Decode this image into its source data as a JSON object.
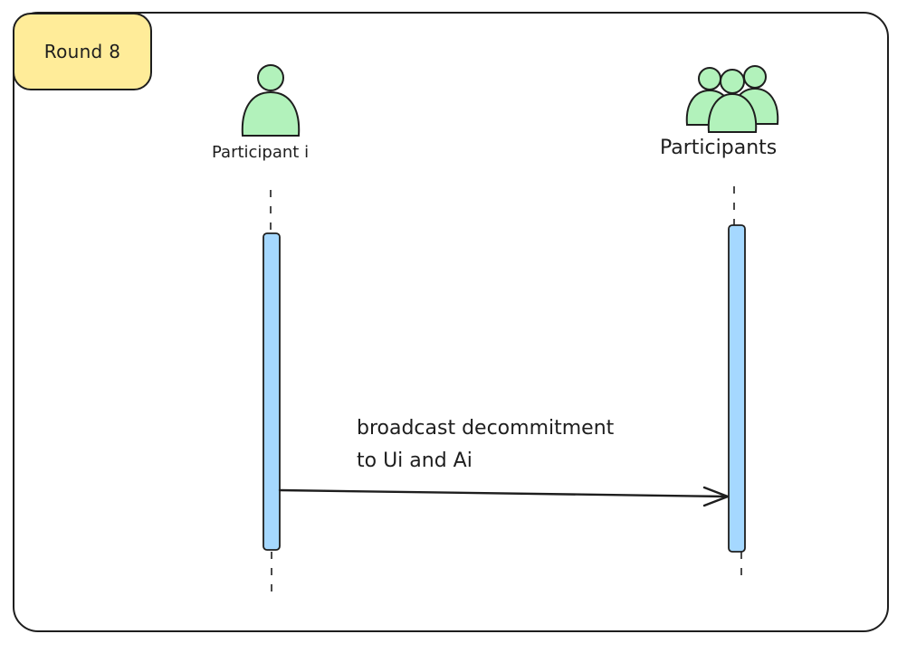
{
  "round": {
    "label": "Round 8",
    "fill_color": "#ffec99"
  },
  "actors": {
    "left": {
      "label": "Participant i",
      "icon": "person-icon"
    },
    "right": {
      "label": "Participants",
      "icon": "group-icon"
    }
  },
  "message": {
    "line1": "broadcast decommitment",
    "line2": "to Ui and Ai"
  },
  "colors": {
    "actor_fill": "#b2f2bb",
    "activation_fill": "#a5d8ff",
    "stroke": "#1e1e1e"
  }
}
